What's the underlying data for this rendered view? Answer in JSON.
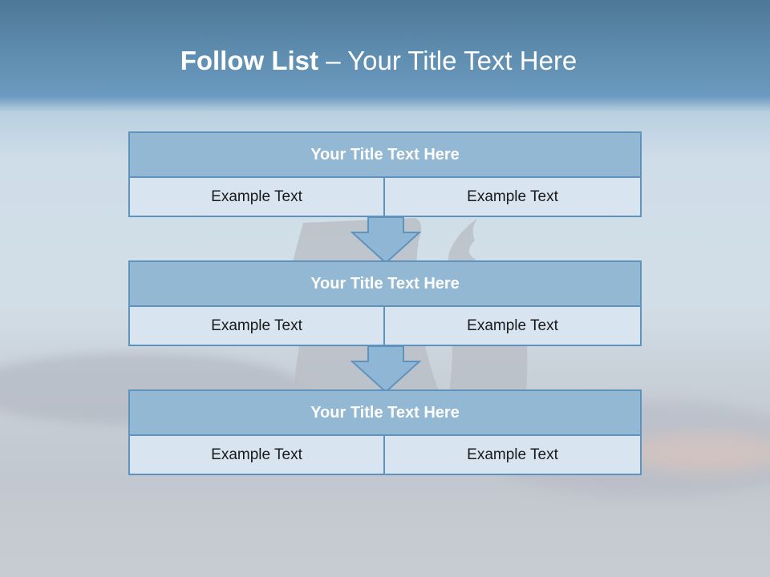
{
  "slide": {
    "title_bold": "Follow List",
    "title_rest": " – Your Title Text Here"
  },
  "blocks": [
    {
      "title": "Your Title Text Here",
      "left": "Example Text",
      "right": "Example Text"
    },
    {
      "title": "Your Title Text Here",
      "left": "Example Text",
      "right": "Example Text"
    },
    {
      "title": "Your Title Text Here",
      "left": "Example Text",
      "right": "Example Text"
    }
  ],
  "colors": {
    "header_fill": "#93b8d3",
    "cell_fill": "#d8e4ef",
    "border": "#5f93bd",
    "arrow_fill": "#8fb6d4"
  }
}
